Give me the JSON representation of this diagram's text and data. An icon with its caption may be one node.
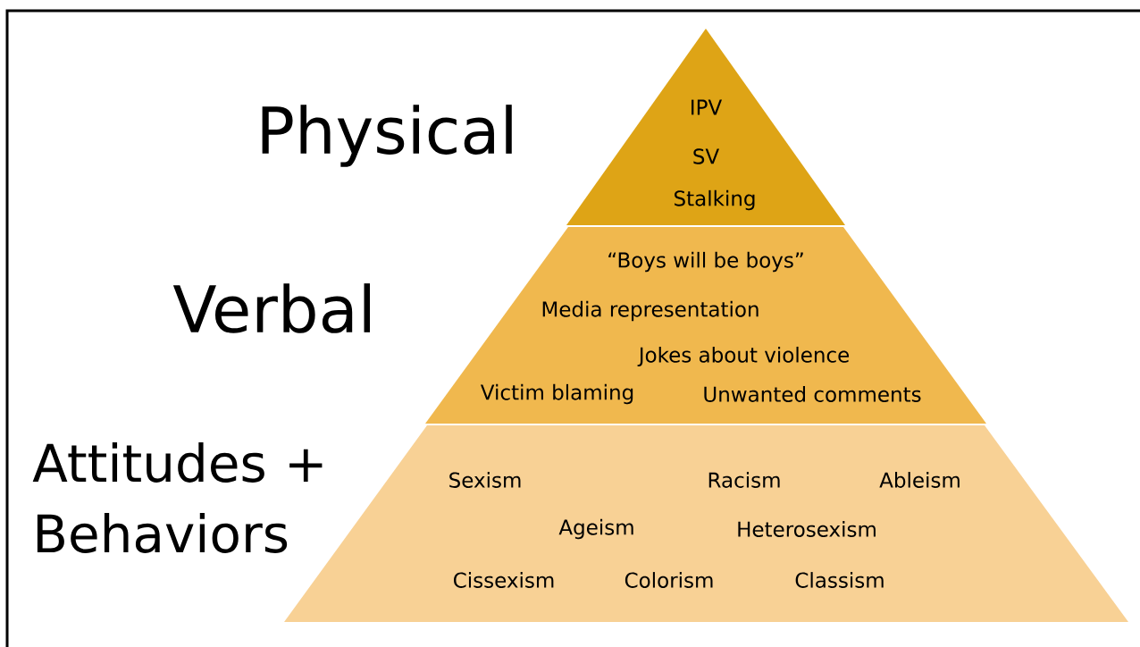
{
  "diagram": {
    "nodes": [
      {
        "text": [
          "Physical",
          "IPV",
          "SV",
          "Stalking"
        ]
      },
      {
        "text": [
          "Verbal",
          "“Boys will be boys”",
          "Media representation",
          "Jokes about violence",
          "Victim blaming",
          "Unwanted comments"
        ]
      },
      {
        "text": [
          "Attitudes + Behaviors",
          "Sexism",
          "Racism",
          "Ableism",
          "Ageism",
          "Heterosexism",
          "Cissexism",
          "Colorism",
          "Classism"
        ]
      }
    ]
  }
}
